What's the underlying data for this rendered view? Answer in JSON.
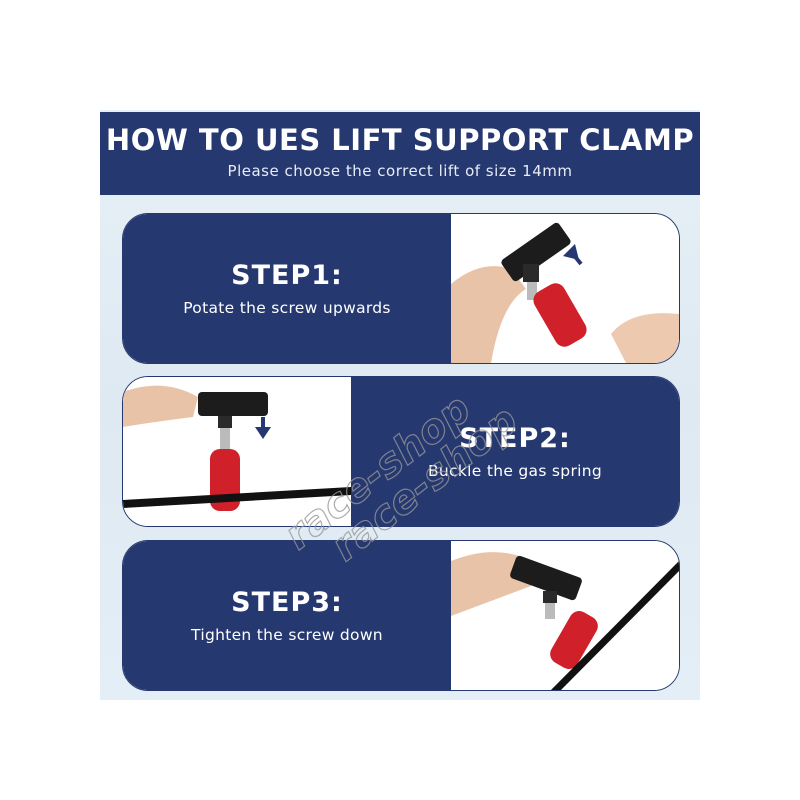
{
  "header": {
    "title": "HOW TO UES LIFT SUPPORT CLAMP",
    "subtitle": "Please choose the correct lift of size 14mm"
  },
  "steps": [
    {
      "label": "STEP1:",
      "description": "Potate the screw upwards"
    },
    {
      "label": "STEP2:",
      "description": "Buckle the gas spring"
    },
    {
      "label": "STEP3:",
      "description": "Tighten the screw down"
    }
  ],
  "watermark": [
    "race-shop",
    "race-shop"
  ],
  "colors": {
    "navy": "#263870",
    "clamp_red": "#d0202a"
  }
}
